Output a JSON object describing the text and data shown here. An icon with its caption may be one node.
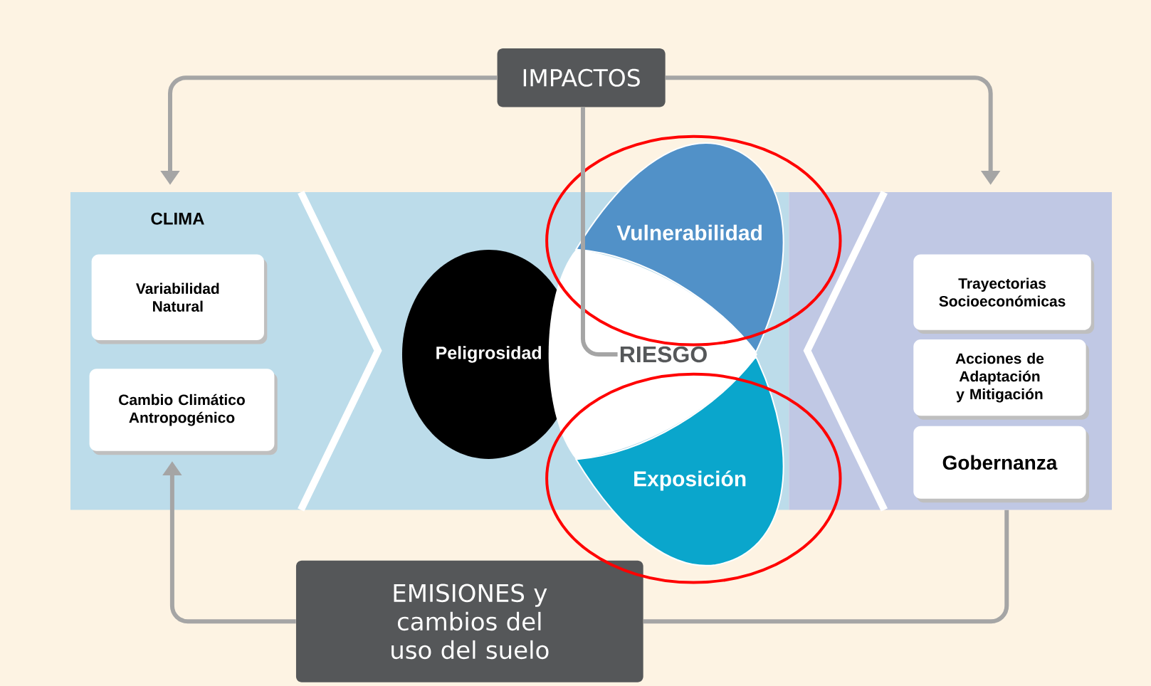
{
  "diagram": {
    "nodes": [
      {
        "text": [
          "IMPACTOS"
        ]
      },
      {
        "text": [
          "CLIMA"
        ]
      },
      {
        "text": [
          "Variabilidad Natural"
        ],
        "in": 1
      },
      {
        "text": [
          "Cambio Climático Antropogénico"
        ],
        "in": 1
      },
      {
        "text": [
          "Peligrosidad"
        ]
      },
      {
        "text": [
          "Vulnerabilidad"
        ]
      },
      {
        "text": [
          "Exposición"
        ]
      },
      {
        "text": [
          "RIESGO"
        ]
      },
      {
        "text": [],
        "shape": "band"
      },
      {
        "text": [
          "Trayectorias Socioeconómicas"
        ],
        "in": 8
      },
      {
        "text": [
          "Acciones de Adaptación y Mitigación"
        ],
        "in": 8
      },
      {
        "text": [
          "Gobernanza"
        ],
        "in": 8
      },
      {
        "text": [
          "EMISIONES y cambios del uso del suelo"
        ]
      }
    ],
    "edges": [
      {
        "from": 0,
        "to": 1,
        "arrow": "to"
      },
      {
        "from": 0,
        "to": 8,
        "arrow": "to"
      },
      {
        "from": 0,
        "to": 7,
        "arrow": "none"
      },
      {
        "from": 12,
        "to": 3,
        "arrow": "to"
      },
      {
        "from": 8,
        "to": 12,
        "arrow": "none"
      }
    ]
  }
}
